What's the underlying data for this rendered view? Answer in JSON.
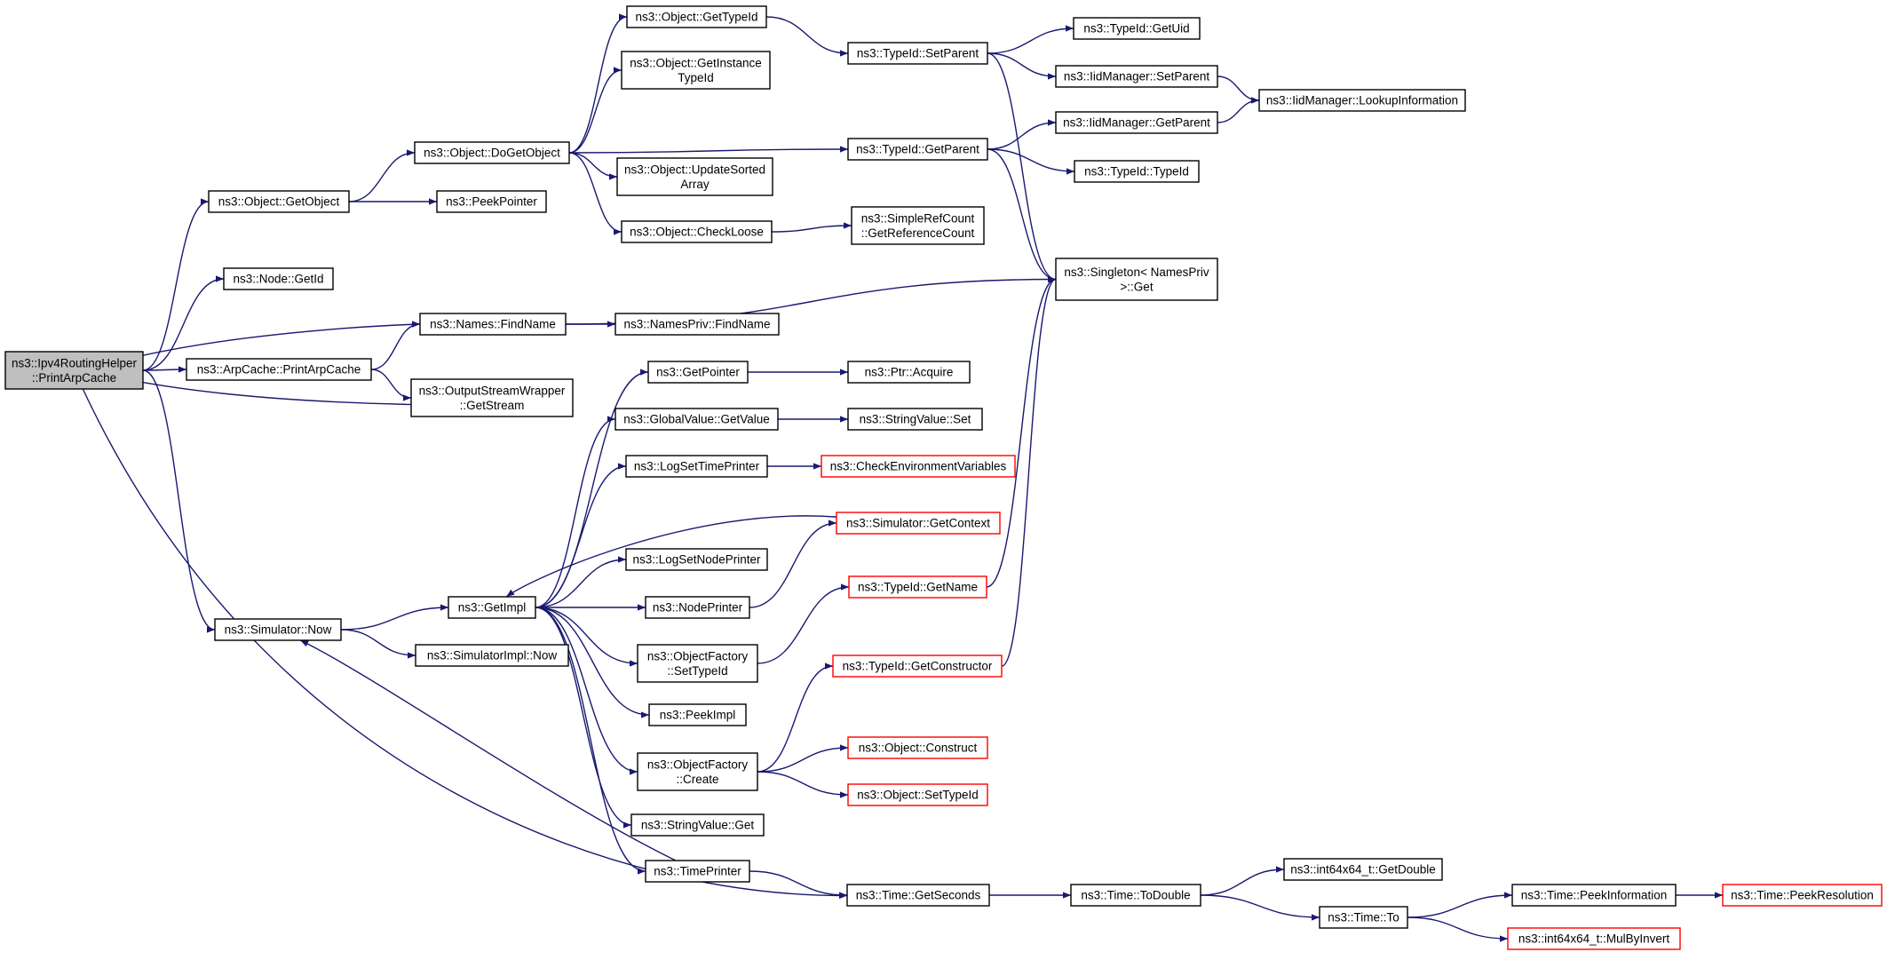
{
  "diagram": {
    "type": "call-graph",
    "nodes": [
      {
        "id": "root",
        "label": [
          "ns3::Ipv4RoutingHelper",
          "::PrintArpCache"
        ],
        "style": "root"
      },
      {
        "id": "getobject",
        "label": [
          "ns3::Object::GetObject"
        ]
      },
      {
        "id": "getid",
        "label": [
          "ns3::Node::GetId"
        ]
      },
      {
        "id": "findname",
        "label": [
          "ns3::Names::FindName"
        ]
      },
      {
        "id": "printarpcache",
        "label": [
          "ns3::ArpCache::PrintArpCache"
        ]
      },
      {
        "id": "getstream",
        "label": [
          "ns3::OutputStreamWrapper",
          "::GetStream"
        ]
      },
      {
        "id": "simnow",
        "label": [
          "ns3::Simulator::Now"
        ]
      },
      {
        "id": "dogetobject",
        "label": [
          "ns3::Object::DoGetObject"
        ]
      },
      {
        "id": "peekpointer",
        "label": [
          "ns3::PeekPointer"
        ]
      },
      {
        "id": "gettypeid",
        "label": [
          "ns3::Object::GetTypeId"
        ]
      },
      {
        "id": "getinstancetypeid",
        "label": [
          "ns3::Object::GetInstance",
          "TypeId"
        ]
      },
      {
        "id": "updatesorted",
        "label": [
          "ns3::Object::UpdateSorted",
          "Array"
        ]
      },
      {
        "id": "checkloose",
        "label": [
          "ns3::Object::CheckLoose"
        ]
      },
      {
        "id": "namesprivfind",
        "label": [
          "ns3::NamesPriv::FindName"
        ]
      },
      {
        "id": "getimpl",
        "label": [
          "ns3::GetImpl"
        ]
      },
      {
        "id": "simimplnow",
        "label": [
          "ns3::SimulatorImpl::Now"
        ]
      },
      {
        "id": "getpointer",
        "label": [
          "ns3::GetPointer"
        ]
      },
      {
        "id": "globalgetvalue",
        "label": [
          "ns3::GlobalValue::GetValue"
        ]
      },
      {
        "id": "logsettime",
        "label": [
          "ns3::LogSetTimePrinter"
        ]
      },
      {
        "id": "logsetnode",
        "label": [
          "ns3::LogSetNodePrinter"
        ]
      },
      {
        "id": "nodeprinter",
        "label": [
          "ns3::NodePrinter"
        ]
      },
      {
        "id": "ofsettypeid",
        "label": [
          "ns3::ObjectFactory",
          "::SetTypeId"
        ]
      },
      {
        "id": "peekimpl",
        "label": [
          "ns3::PeekImpl"
        ]
      },
      {
        "id": "ofcreate",
        "label": [
          "ns3::ObjectFactory",
          "::Create"
        ]
      },
      {
        "id": "stringvalueget",
        "label": [
          "ns3::StringValue::Get"
        ]
      },
      {
        "id": "timeprinter",
        "label": [
          "ns3::TimePrinter"
        ]
      },
      {
        "id": "timegetseconds",
        "label": [
          "ns3::Time::GetSeconds"
        ]
      },
      {
        "id": "typeidsetparent",
        "label": [
          "ns3::TypeId::SetParent"
        ]
      },
      {
        "id": "typeidgetparent",
        "label": [
          "ns3::TypeId::GetParent"
        ]
      },
      {
        "id": "simplerefcount",
        "label": [
          "ns3::SimpleRefCount",
          "::GetReferenceCount"
        ]
      },
      {
        "id": "ptracquire",
        "label": [
          "ns3::Ptr::Acquire"
        ]
      },
      {
        "id": "stringvalueset",
        "label": [
          "ns3::StringValue::Set"
        ]
      },
      {
        "id": "checkenv",
        "label": [
          "ns3::CheckEnvironmentVariables"
        ],
        "style": "red"
      },
      {
        "id": "simgetcontext",
        "label": [
          "ns3::Simulator::GetContext"
        ],
        "style": "red"
      },
      {
        "id": "typeidgetname",
        "label": [
          "ns3::TypeId::GetName"
        ],
        "style": "red"
      },
      {
        "id": "typeidgetconstructor",
        "label": [
          "ns3::TypeId::GetConstructor"
        ],
        "style": "red"
      },
      {
        "id": "objectconstruct",
        "label": [
          "ns3::Object::Construct"
        ],
        "style": "red"
      },
      {
        "id": "objectsettypeid",
        "label": [
          "ns3::Object::SetTypeId"
        ],
        "style": "red"
      },
      {
        "id": "timetodouble",
        "label": [
          "ns3::Time::ToDouble"
        ]
      },
      {
        "id": "typeidgetuid",
        "label": [
          "ns3::TypeId::GetUid"
        ]
      },
      {
        "id": "iidsetparent",
        "label": [
          "ns3::IidManager::SetParent"
        ]
      },
      {
        "id": "iidgetparent",
        "label": [
          "ns3::IidManager::GetParent"
        ]
      },
      {
        "id": "typeidtypeid",
        "label": [
          "ns3::TypeId::TypeId"
        ]
      },
      {
        "id": "singleton",
        "label": [
          "ns3::Singleton< NamesPriv",
          " >::Get"
        ]
      },
      {
        "id": "int64getdouble",
        "label": [
          "ns3::int64x64_t::GetDouble"
        ]
      },
      {
        "id": "timeto",
        "label": [
          "ns3::Time::To"
        ]
      },
      {
        "id": "lookupinfo",
        "label": [
          "ns3::IidManager::LookupInformation"
        ]
      },
      {
        "id": "peekinformation",
        "label": [
          "ns3::Time::PeekInformation"
        ]
      },
      {
        "id": "mulbyinvert",
        "label": [
          "ns3::int64x64_t::MulByInvert"
        ],
        "style": "red"
      },
      {
        "id": "peekresolution",
        "label": [
          "ns3::Time::PeekResolution"
        ],
        "style": "red"
      }
    ],
    "edges": [
      [
        "root",
        "getobject"
      ],
      [
        "root",
        "getid"
      ],
      [
        "root",
        "findname"
      ],
      [
        "root",
        "printarpcache"
      ],
      [
        "root",
        "getstream"
      ],
      [
        "root",
        "simnow"
      ],
      [
        "root",
        "timegetseconds"
      ],
      [
        "printarpcache",
        "findname"
      ],
      [
        "printarpcache",
        "getstream"
      ],
      [
        "getobject",
        "dogetobject"
      ],
      [
        "getobject",
        "peekpointer"
      ],
      [
        "dogetobject",
        "gettypeid"
      ],
      [
        "dogetobject",
        "getinstancetypeid"
      ],
      [
        "dogetobject",
        "typeidgetparent"
      ],
      [
        "dogetobject",
        "updatesorted"
      ],
      [
        "dogetobject",
        "checkloose"
      ],
      [
        "gettypeid",
        "typeidsetparent"
      ],
      [
        "typeidsetparent",
        "typeidgetuid"
      ],
      [
        "typeidsetparent",
        "iidsetparent"
      ],
      [
        "typeidsetparent",
        "singleton"
      ],
      [
        "iidsetparent",
        "lookupinfo"
      ],
      [
        "typeidgetparent",
        "iidgetparent"
      ],
      [
        "typeidgetparent",
        "typeidtypeid"
      ],
      [
        "typeidgetparent",
        "singleton"
      ],
      [
        "iidgetparent",
        "lookupinfo"
      ],
      [
        "checkloose",
        "simplerefcount"
      ],
      [
        "findname",
        "namesprivfind"
      ],
      [
        "findname",
        "singleton"
      ],
      [
        "simnow",
        "getimpl"
      ],
      [
        "simnow",
        "simimplnow"
      ],
      [
        "getimpl",
        "getpointer"
      ],
      [
        "getimpl",
        "globalgetvalue"
      ],
      [
        "getimpl",
        "logsettime"
      ],
      [
        "getimpl",
        "logsetnode"
      ],
      [
        "getimpl",
        "nodeprinter"
      ],
      [
        "getimpl",
        "ofsettypeid"
      ],
      [
        "getimpl",
        "peekimpl"
      ],
      [
        "getimpl",
        "ofcreate"
      ],
      [
        "getimpl",
        "stringvalueget"
      ],
      [
        "getimpl",
        "timeprinter"
      ],
      [
        "simgetcontext",
        "getimpl"
      ],
      [
        "timeprinter",
        "simnow"
      ],
      [
        "timeprinter",
        "timegetseconds"
      ],
      [
        "getpointer",
        "ptracquire"
      ],
      [
        "globalgetvalue",
        "stringvalueset"
      ],
      [
        "logsettime",
        "checkenv"
      ],
      [
        "nodeprinter",
        "simgetcontext"
      ],
      [
        "ofsettypeid",
        "typeidgetname"
      ],
      [
        "typeidgetname",
        "singleton"
      ],
      [
        "ofcreate",
        "typeidgetconstructor"
      ],
      [
        "ofcreate",
        "objectconstruct"
      ],
      [
        "ofcreate",
        "objectsettypeid"
      ],
      [
        "typeidgetconstructor",
        "singleton"
      ],
      [
        "timegetseconds",
        "timetodouble"
      ],
      [
        "timetodouble",
        "int64getdouble"
      ],
      [
        "timetodouble",
        "timeto"
      ],
      [
        "timeto",
        "peekinformation"
      ],
      [
        "timeto",
        "mulbyinvert"
      ],
      [
        "peekinformation",
        "peekresolution"
      ]
    ]
  }
}
